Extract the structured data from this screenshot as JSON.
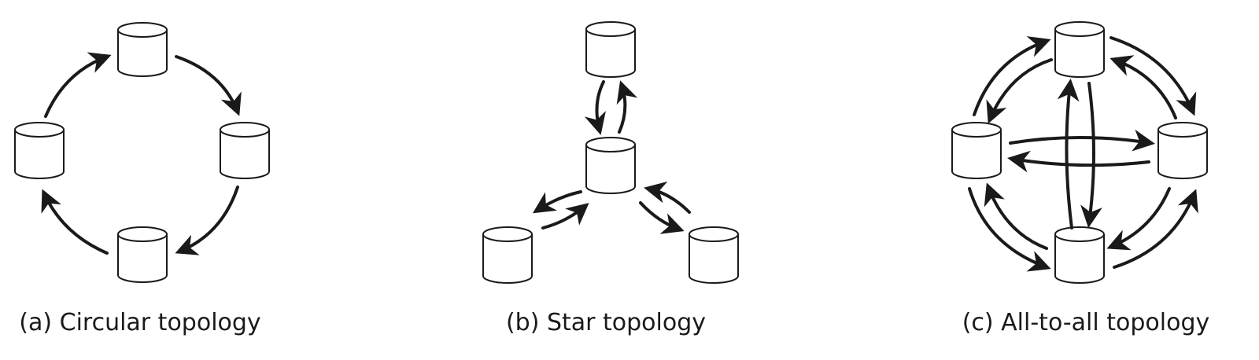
{
  "diagrams": [
    {
      "id": "a",
      "caption": "(a) Circular topology"
    },
    {
      "id": "b",
      "caption": "(b) Star topology"
    },
    {
      "id": "c",
      "caption": "(c) All-to-all topology"
    }
  ],
  "colors": {
    "stroke": "#1a1a1a",
    "fill": "#ffffff"
  },
  "icons": [
    "database-cylinder-icon",
    "arrow-icon"
  ]
}
